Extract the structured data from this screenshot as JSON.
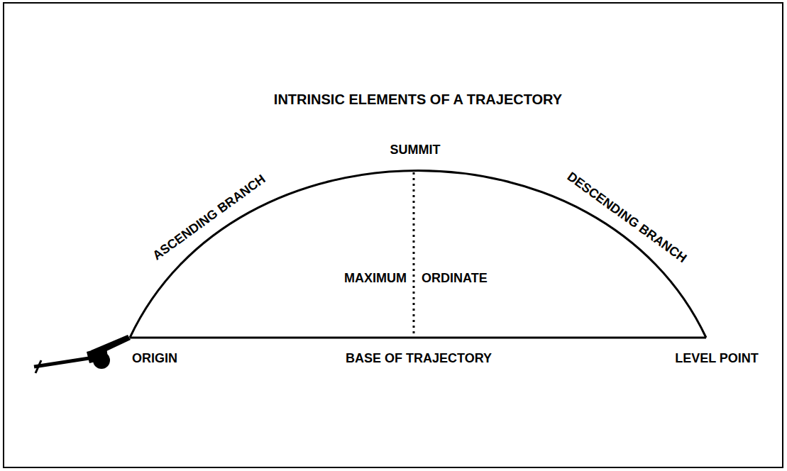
{
  "diagram": {
    "title": "INTRINSIC ELEMENTS OF A TRAJECTORY",
    "labels": [
      "SUMMIT",
      "ASCENDING BRANCH",
      "DESCENDING BRANCH",
      "MAXIMUM",
      "ORDINATE",
      "ORIGIN",
      "BASE OF TRAJECTORY",
      "LEVEL POINT"
    ]
  }
}
